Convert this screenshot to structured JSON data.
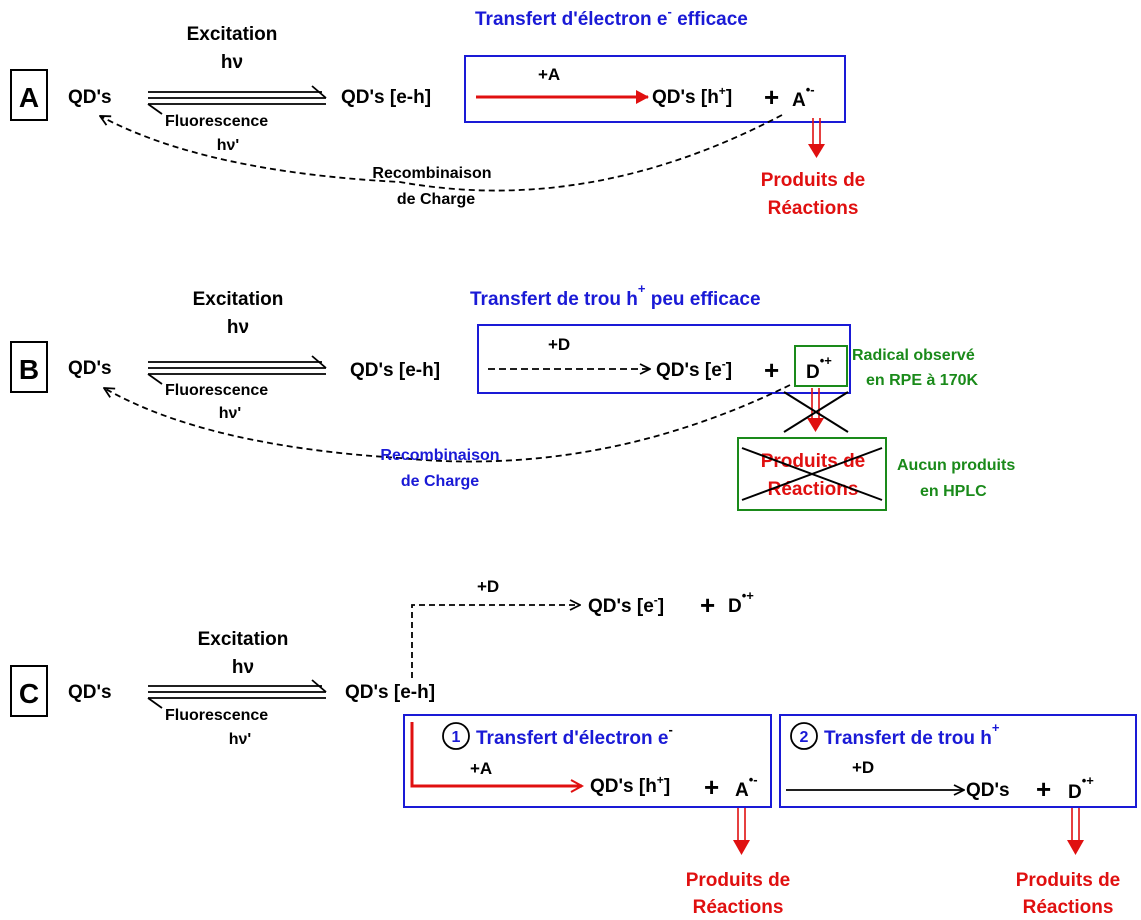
{
  "colors": {
    "black": "#000000",
    "blue": "#1a1ad6",
    "red": "#e01010",
    "green": "#1a8a1a"
  },
  "common": {
    "qds": "QD's",
    "excitation": "Excitation",
    "hv": "hν",
    "fluorescence": "Fluorescence",
    "hv_prime": "hν'",
    "qds_eh": "QD's [e-h]",
    "qds_h_open": "QD's [h",
    "qds_e_open": "QD's [e",
    "bracket_close": "]",
    "sup_plus": "+",
    "sup_minus": "-",
    "sup_radical_cation": "•+",
    "sup_radical_anion": "•-",
    "plus": "+",
    "plus_a": "+A",
    "plus_d": "+D",
    "a": "A",
    "d": "D",
    "recombinaison": "Recombinaison",
    "de_charge": "de Charge",
    "produits_de": "Produits de",
    "reactions": "Réactions"
  },
  "panel_a": {
    "label": "A",
    "title_main": "Transfert d'électron e",
    "title_tail": " efficace"
  },
  "panel_b": {
    "label": "B",
    "title_main": "Transfert de trou h",
    "title_tail": " peu efficace",
    "radical_line1": "Radical observé",
    "radical_line2": "en RPE à 170K",
    "aucun_line1": "Aucun produits",
    "aucun_line2": "en HPLC"
  },
  "panel_c": {
    "label": "C",
    "qds_plain": "QD's",
    "step1_number": "1",
    "step1_title": "Transfert d'électron e",
    "step2_number": "2",
    "step2_title": "Transfert de trou h"
  }
}
